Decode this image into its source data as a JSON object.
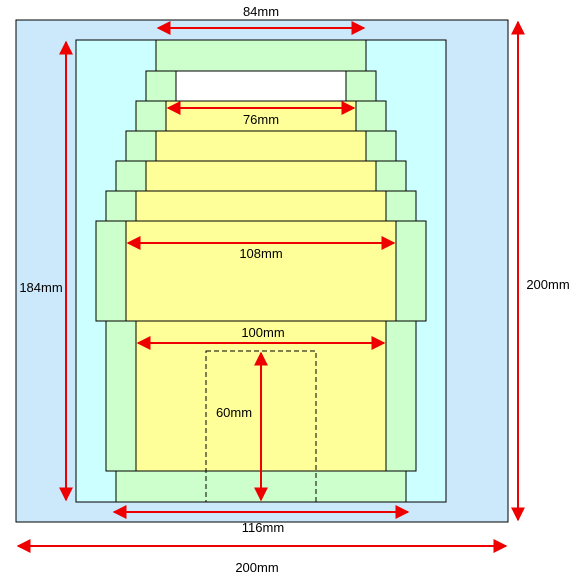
{
  "colors": {
    "outer_fill": "#cce8fb",
    "inner_fill": "#ccffff",
    "green_fill": "#ccffcc",
    "yellow_fill": "#ffff99",
    "dim_arrow": "#ee0000",
    "stroke": "#000000"
  },
  "labels": {
    "top_width": "84mm",
    "upper_width": "76mm",
    "middle_width": "108mm",
    "lower_width": "100mm",
    "bottom_width": "116mm",
    "door_height": "60mm",
    "inner_height": "184mm",
    "outer_height": "200mm",
    "outer_width": "200mm"
  }
}
